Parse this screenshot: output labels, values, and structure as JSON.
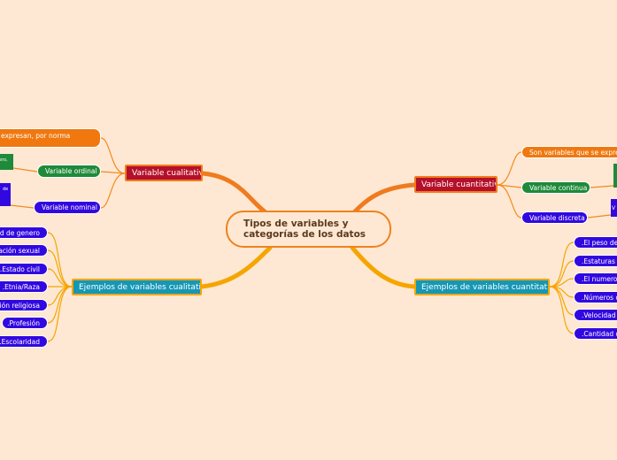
{
  "central": "Tipos de variables y categorías de los datos",
  "left": {
    "cualitativa": {
      "label": "Variable cualitativa",
      "def": "expresan, por norma",
      "ordinal": "Variable ordinal",
      "ordinal_box": "ero,",
      "nominal": "Variable nominal",
      "nominal_box": "de"
    },
    "ejemplos": {
      "label": "Ejemplos de variables cualitativas",
      "items": [
        "ad de genero",
        "tación sexual",
        ".Estado civil",
        ".Etnia/Raza",
        "sión religiosa",
        ".Profesión",
        ".Escolaridad"
      ]
    }
  },
  "right": {
    "cuantitativa": {
      "label": "Variable cuantitativa",
      "def": "Son variables que se expres",
      "continua": "Variable continua",
      "discreta": "Variable discreta",
      "discreta_box": "V"
    },
    "ejemplos": {
      "label": "Ejemplos de variables cuantitativas",
      "items": [
        ".El peso de",
        ".Estaturas d",
        ".El numero",
        ".Números d",
        ".Velocidad a",
        ".Cantidad d"
      ]
    }
  },
  "colors": {
    "background": "#fee8d3",
    "main_node": "#b5102a",
    "example_node": "#1597b5",
    "leaf_blue": "#3208e0",
    "leaf_green": "#1f8a3a",
    "leaf_orange": "#f0780f"
  }
}
